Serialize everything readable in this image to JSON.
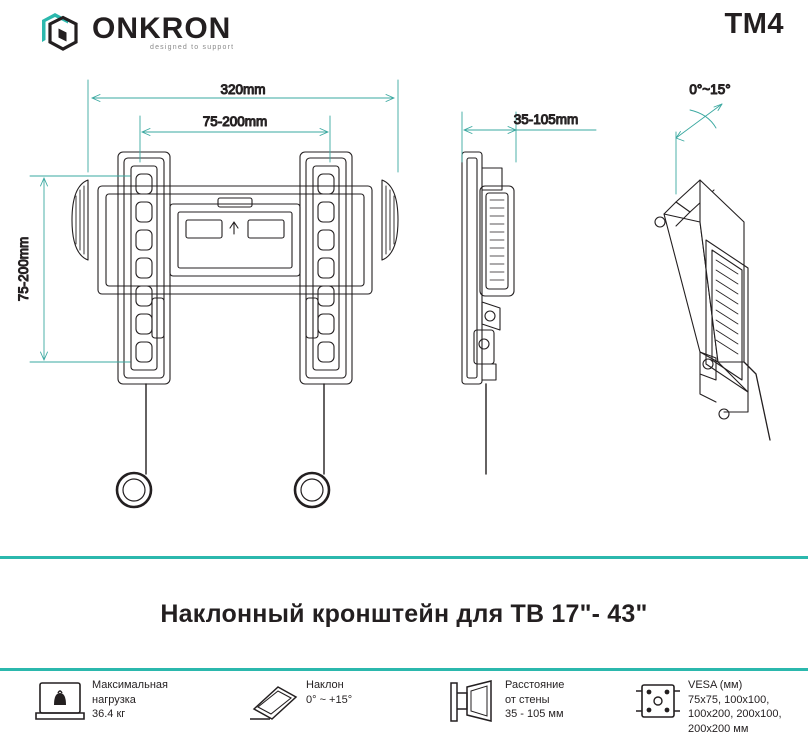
{
  "header": {
    "brand": "ONKRON",
    "brand_tagline": "designed to support",
    "model": "TM4",
    "logo_icon": "onkron-cube-logo-icon",
    "accent_color": "#2bb8ad"
  },
  "drawing": {
    "front_view": {
      "width_dim": "320mm",
      "inner_width_dim": "75-200mm",
      "height_dim": "75-200mm"
    },
    "side_view": {
      "depth_dim": "35-105mm"
    },
    "tilt_view": {
      "angle_dim": "0°~15°"
    }
  },
  "title": "Наклонный кронштейн для ТВ 17\"- 43\"",
  "features": [
    {
      "icon": "weight-load-icon",
      "label": "Максимальная\nнагрузка",
      "line1": "Максимальная",
      "line2": "нагрузка",
      "value": "36.4 кг"
    },
    {
      "icon": "tilt-angle-icon",
      "line1": "Наклон",
      "line2": "",
      "value": "0° ~ +15°"
    },
    {
      "icon": "wall-distance-icon",
      "line1": "Расстояние",
      "line2": "от стены",
      "value": "35 - 105 мм"
    },
    {
      "icon": "vesa-pattern-icon",
      "line1": "VESA (мм)",
      "line2": "75x75, 100x100,",
      "line3": "100x200, 200x100,",
      "line4": "200x200 мм"
    }
  ]
}
